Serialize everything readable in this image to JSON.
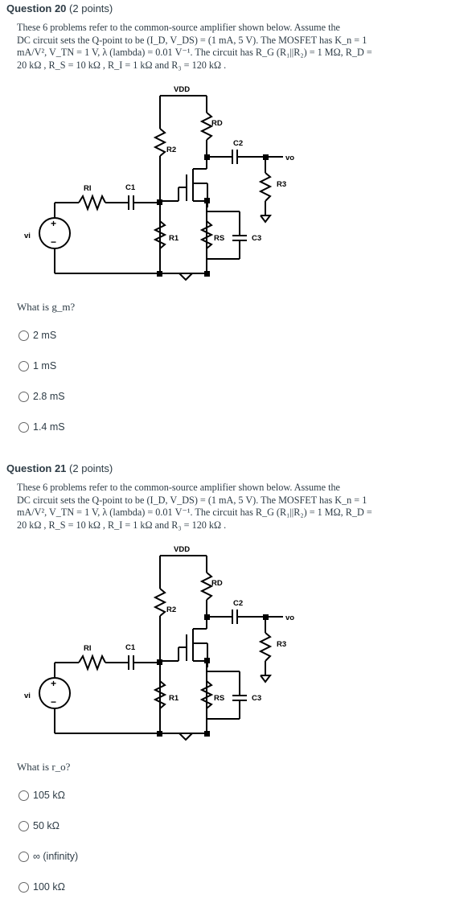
{
  "questions": [
    {
      "title": "Question 20",
      "points": "(2 points)",
      "intro_lines": [
        "These 6 problems refer to the common-source amplifier shown below.  Assume the",
        "DC circuit sets the Q-point to be (I_D, V_DS) = (1 mA, 5 V).  The MOSFET has K_n = 1",
        "mA/V², V_TN = 1 V, λ (lambda) = 0.01 V⁻¹.  The circuit has R_G (R₁||R₂) = 1 MΩ, R_D =",
        "20 kΩ , R_S = 10 kΩ , R_I = 1 kΩ  and R₃ = 120 kΩ ."
      ],
      "circuit_labels": {
        "vdd": "VDD",
        "rd": "RD",
        "r2": "R2",
        "c2": "C2",
        "vo": "vo",
        "ri": "RI",
        "c1": "C1",
        "r3": "R3",
        "vi": "vi",
        "r1": "R1",
        "rs": "RS",
        "c3": "C3",
        "plus": "+",
        "minus": "−"
      },
      "stem": "What is g_m?",
      "options": [
        "2 mS",
        "1 mS",
        "2.8 mS",
        "1.4 mS"
      ]
    },
    {
      "title": "Question 21",
      "points": "(2 points)",
      "intro_lines": [
        "These 6 problems refer to the common-source amplifier shown below.  Assume the",
        "DC circuit sets the Q-point to be (I_D, V_DS) = (1 mA, 5 V).  The MOSFET has K_n = 1",
        "mA/V², V_TN = 1 V, λ (lambda) = 0.01 V⁻¹.  The circuit has R_G (R₁||R₂) = 1 MΩ, R_D =",
        "20 kΩ , R_S = 10 kΩ , R_I = 1 kΩ  and R₃ = 120 kΩ ."
      ],
      "circuit_labels": {
        "vdd": "VDD",
        "rd": "RD",
        "r2": "R2",
        "c2": "C2",
        "vo": "vo",
        "ri": "RI",
        "c1": "C1",
        "r3": "R3",
        "vi": "vi",
        "r1": "R1",
        "rs": "RS",
        "c3": "C3",
        "plus": "+",
        "minus": "−"
      },
      "stem": "What is r_o?",
      "options": [
        "105 kΩ",
        "50 kΩ",
        "∞ (infinity)",
        "100 kΩ"
      ]
    }
  ]
}
